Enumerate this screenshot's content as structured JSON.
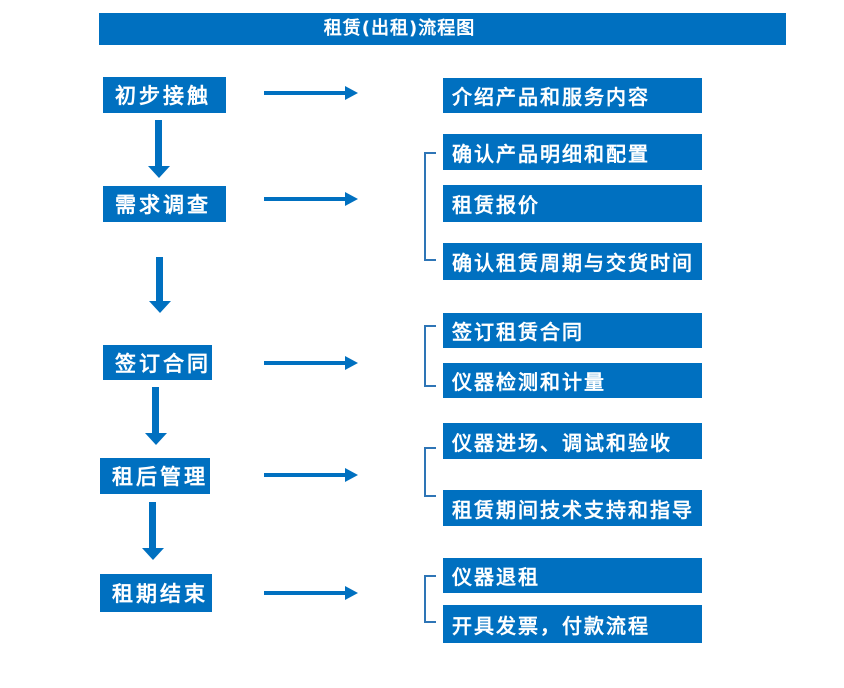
{
  "title": "租赁(出租)流程图",
  "colors": {
    "primary": "#0070C0",
    "bracket": "#2E75B6",
    "text": "#FFFFFF",
    "background": "#FFFFFF"
  },
  "steps": [
    {
      "label": "初步接触",
      "outputs": [
        "介绍产品和服务内容"
      ]
    },
    {
      "label": "需求调查",
      "outputs": [
        "确认产品明细和配置",
        "租赁报价",
        "确认租赁周期与交货时间"
      ]
    },
    {
      "label": "签订合同",
      "outputs": [
        "签订租赁合同",
        "仪器检测和计量"
      ]
    },
    {
      "label": "租后管理",
      "outputs": [
        "仪器进场、调试和验收",
        "租赁期间技术支持和指导"
      ]
    },
    {
      "label": "租期结束",
      "outputs": [
        "仪器退租",
        "开具发票，付款流程"
      ]
    }
  ]
}
